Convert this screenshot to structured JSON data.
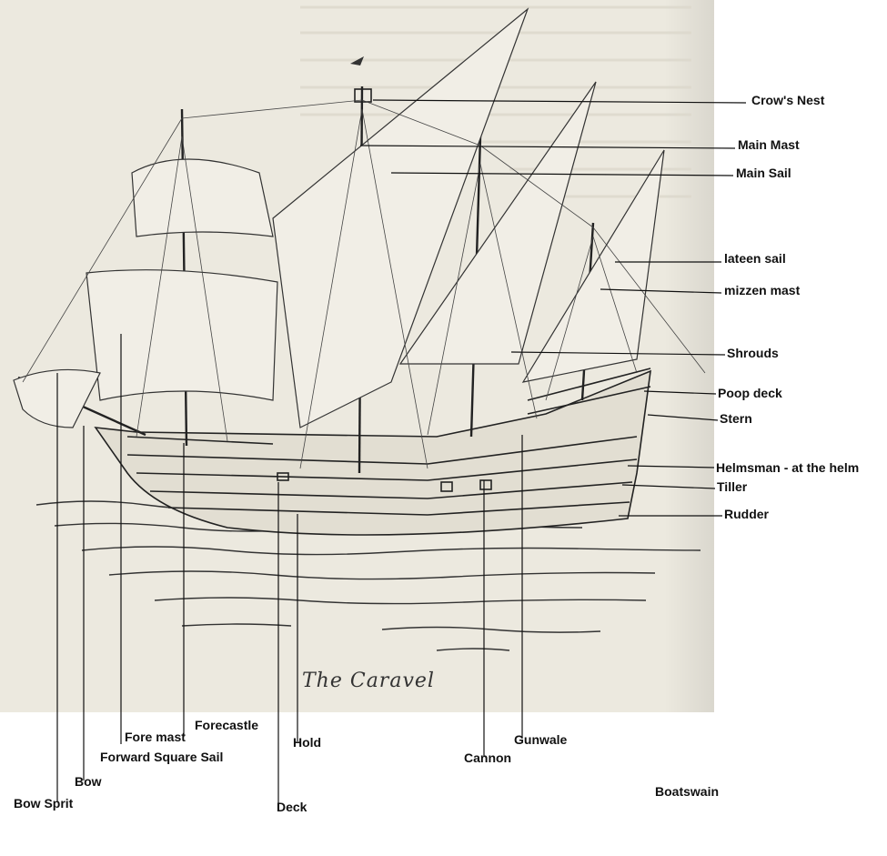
{
  "diagram": {
    "caption": "The Caravel",
    "labels": {
      "crows_nest": "Crow's Nest",
      "main_mast": "Main Mast",
      "main_sail": "Main Sail",
      "lateen_sail": "lateen sail",
      "mizzen_mast": "mizzen mast",
      "shrouds": "Shrouds",
      "poop_deck": "Poop deck",
      "stern": "Stern",
      "helmsman": "Helmsman - at the helm",
      "tiller": "Tiller",
      "rudder": "Rudder",
      "fore_mast": "Fore mast",
      "forecastle": "Forecastle",
      "forward_square_sail": "Forward Square Sail",
      "bow": "Bow",
      "bow_sprit": "Bow Sprit",
      "deck": "Deck",
      "hold": "Hold",
      "cannon": "Cannon",
      "gunwale": "Gunwale",
      "boatswain": "Boatswain"
    }
  }
}
